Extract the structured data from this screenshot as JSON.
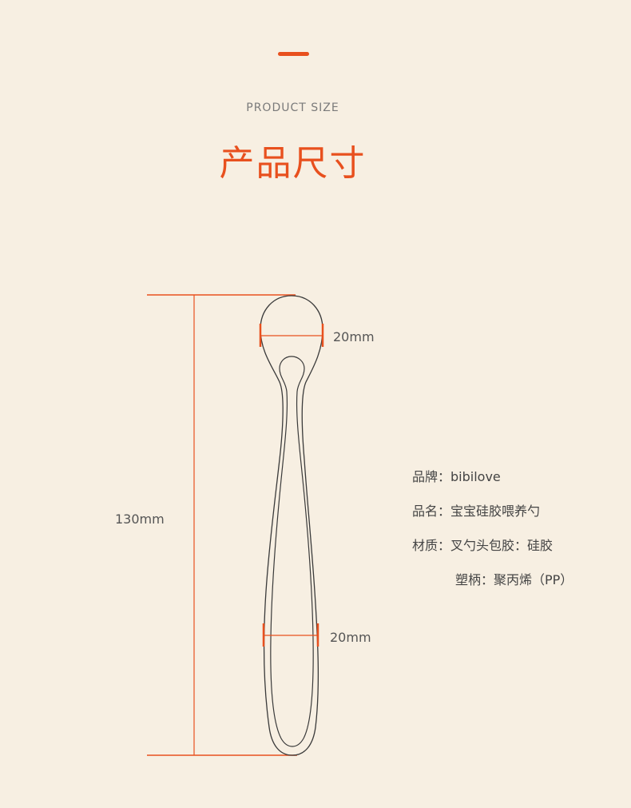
{
  "header": {
    "eyebrow": "PRODUCT SIZE",
    "title": "产品尺寸"
  },
  "dimensions": {
    "length": "130mm",
    "head_width": "20mm",
    "handle_width": "20mm"
  },
  "specs": [
    {
      "text": "品牌：bibilove"
    },
    {
      "text": "品名：宝宝硅胶喂养勺"
    },
    {
      "text": "材质：叉勺头包胶：硅胶"
    },
    {
      "text": "塑柄：聚丙烯（PP）"
    }
  ],
  "colors": {
    "background": "#f7efe2",
    "accent": "#e8501e",
    "outline": "#3a3a3a"
  }
}
